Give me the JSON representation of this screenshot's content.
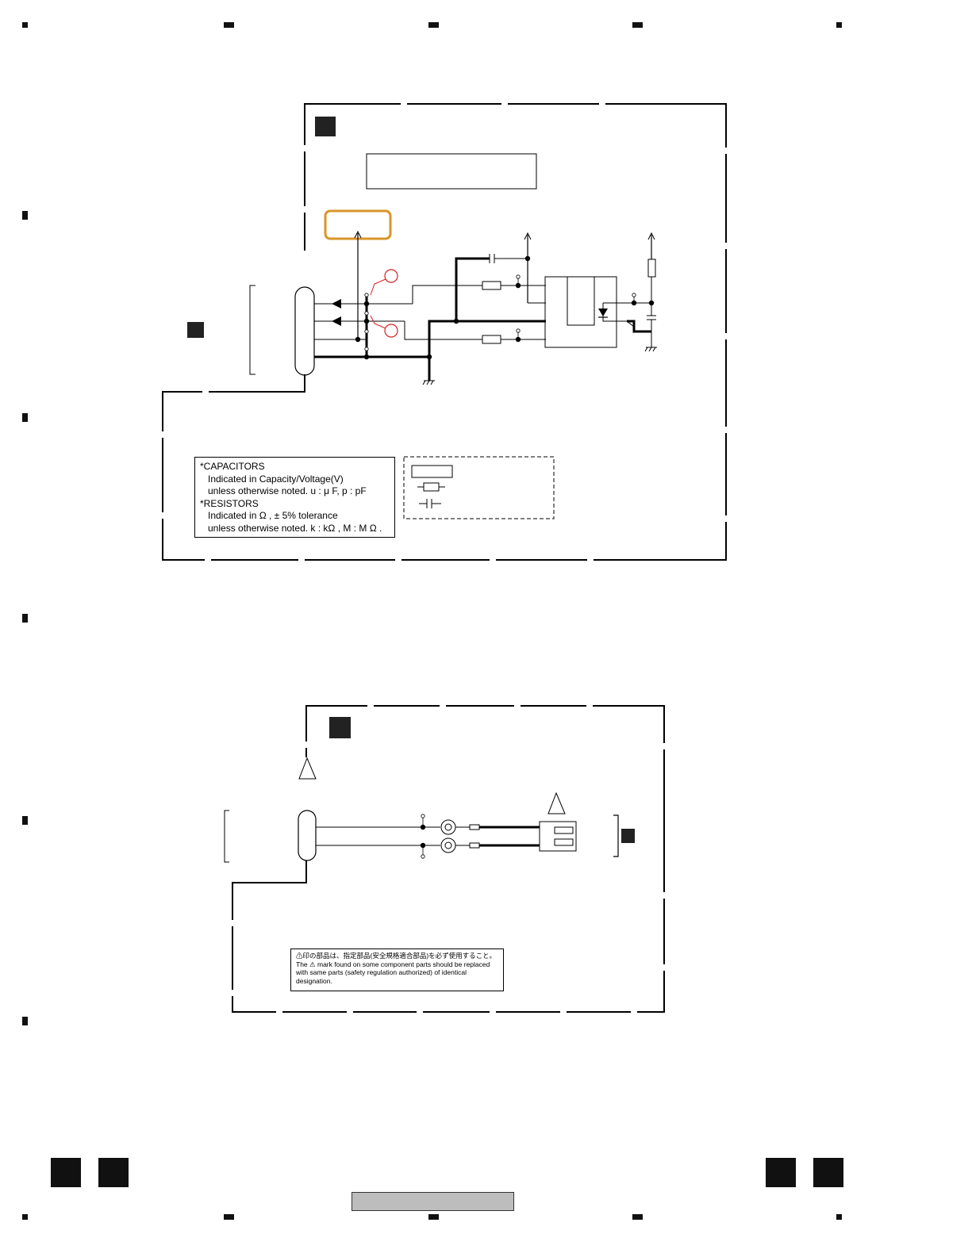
{
  "notes_box": {
    "capacitors_heading": "*CAPACITORS",
    "capacitors_line1": "Indicated in Capacity/Voltage(V)",
    "capacitors_line2": "unless otherwise noted.    u : μ F, p :  pF",
    "resistors_heading": "*RESISTORS",
    "resistors_line1": "Indicated in   Ω , ± 5% tolerance",
    "resistors_line2": "unless otherwise noted.    k : kΩ , M : M Ω ."
  },
  "safety_box": {
    "line_jp": "⚠印の部品は、指定部品(安全規格適合部品)を必ず使用すること。",
    "line_en1": "The ⚠ mark found on some component parts should be replaced",
    "line_en2": "with same parts (safety regulation authorized) of identical",
    "line_en3": "designation."
  },
  "colors": {
    "ink": "#000000",
    "highlight_box": "#d9952a",
    "test_point": "#d42020",
    "block_fill": "#222222",
    "footer_bar": "#bdbdbd"
  }
}
